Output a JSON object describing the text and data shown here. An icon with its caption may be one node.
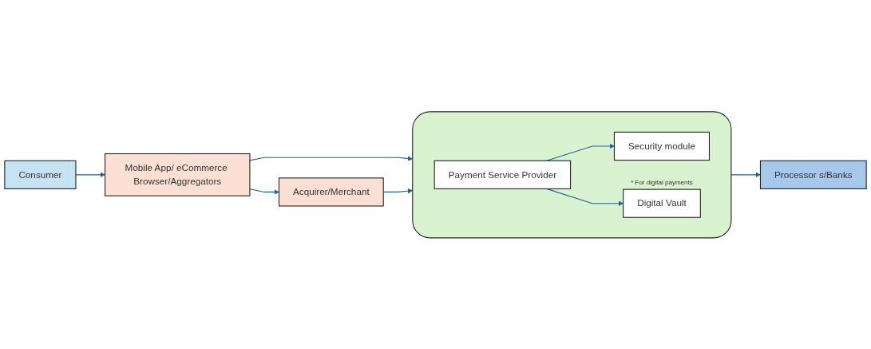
{
  "diagram": {
    "nodes": [
      {
        "text": [
          "Consumer"
        ]
      },
      {
        "text": [
          "Mobile App/ eCommerce Browser/Aggregators"
        ]
      },
      {
        "text": [
          "Acquirer/Merchant"
        ]
      },
      {
        "text": [],
        "shape": "box"
      },
      {
        "text": [
          "Payment Service Provider"
        ],
        "in": 3
      },
      {
        "text": [
          "Security module"
        ],
        "in": 3
      },
      {
        "text": [
          "Digital Vault"
        ],
        "in": 3,
        "beside": [
          "* For digital payments"
        ]
      },
      {
        "text": [
          "Processor s/Banks"
        ]
      }
    ],
    "edges": [
      {
        "from": 0,
        "to": 1,
        "arrow": "to"
      },
      {
        "from": 1,
        "to": 3,
        "arrow": "to"
      },
      {
        "from": 1,
        "to": 2,
        "arrow": "to"
      },
      {
        "from": 2,
        "to": 3,
        "arrow": "to"
      },
      {
        "from": 4,
        "to": 5,
        "arrow": "to"
      },
      {
        "from": 4,
        "to": 6,
        "arrow": "to"
      },
      {
        "from": 3,
        "to": 7,
        "arrow": "to"
      }
    ]
  }
}
